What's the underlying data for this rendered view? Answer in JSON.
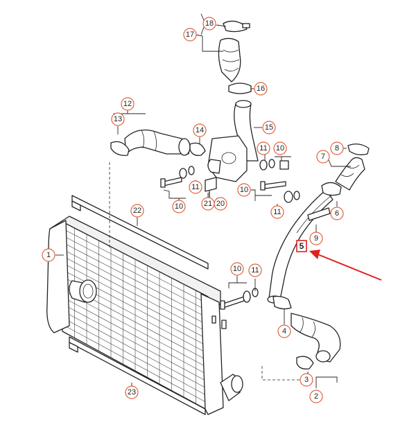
{
  "diagram": {
    "callouts": [
      {
        "id": "c1",
        "label": "1"
      },
      {
        "id": "c2",
        "label": "2"
      },
      {
        "id": "c3",
        "label": "3"
      },
      {
        "id": "c4",
        "label": "4"
      },
      {
        "id": "c6",
        "label": "6"
      },
      {
        "id": "c7",
        "label": "7"
      },
      {
        "id": "c8",
        "label": "8"
      },
      {
        "id": "c9",
        "label": "9"
      },
      {
        "id": "c10a",
        "label": "10"
      },
      {
        "id": "c10b",
        "label": "10"
      },
      {
        "id": "c10c",
        "label": "10"
      },
      {
        "id": "c10d",
        "label": "10"
      },
      {
        "id": "c11a",
        "label": "11"
      },
      {
        "id": "c11b",
        "label": "11"
      },
      {
        "id": "c11c",
        "label": "11"
      },
      {
        "id": "c11d",
        "label": "11"
      },
      {
        "id": "c12",
        "label": "12"
      },
      {
        "id": "c13",
        "label": "13"
      },
      {
        "id": "c14",
        "label": "14"
      },
      {
        "id": "c15",
        "label": "15"
      },
      {
        "id": "c16",
        "label": "16"
      },
      {
        "id": "c17",
        "label": "17"
      },
      {
        "id": "c18",
        "label": "18"
      },
      {
        "id": "c20",
        "label": "20"
      },
      {
        "id": "c21",
        "label": "21"
      },
      {
        "id": "c22",
        "label": "22"
      },
      {
        "id": "c23",
        "label": "23"
      }
    ],
    "highlighted": {
      "label": "5"
    },
    "colors": {
      "callout_ring": "#e0603a",
      "highlight": "#e02020",
      "line": "#222222"
    }
  }
}
